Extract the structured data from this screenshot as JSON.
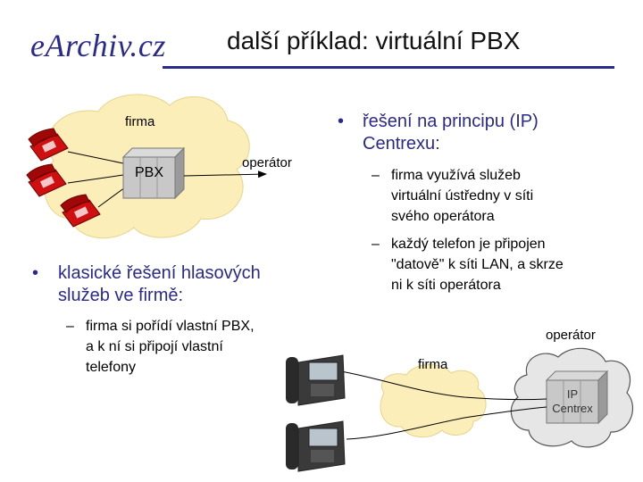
{
  "logo": "eArchiv.cz",
  "title": "další příklad: virtuální PBX",
  "left": {
    "bullet": "klasické řešení hlasových služeb ve firmě:",
    "bullet_lines": [
      "klasické řešení hlasových",
      "služeb ve firmě:"
    ],
    "sub": "firma si pořídí vlastní PBX, a k ní si připojí vlastní telefony",
    "sub_lines": [
      "firma si pořídí vlastní PBX,",
      "a k ní si připojí vlastní",
      "telefony"
    ]
  },
  "right": {
    "bullet": "řešení na principu (IP) Centrexu:",
    "bullet_lines": [
      "řešení na principu (IP)",
      "Centrexu:"
    ],
    "subs": [
      {
        "text": "firma využívá služeb virtuální ústředny v síti svého operátora",
        "lines": [
          "firma využívá služeb",
          "virtuální ústředny v síti",
          "svého operátora"
        ]
      },
      {
        "text": "každý telefon je připojen \"datově\" k síti LAN, a skrze ni k síti operátora",
        "lines": [
          "každý telefon je připojen",
          "\"datově\" k síti LAN, a skrze",
          "ni k síti operátora"
        ]
      }
    ]
  },
  "diagram_top": {
    "cloud_label": "firma",
    "box_label": "PBX",
    "operator_label": "operátor"
  },
  "diagram_bottom": {
    "firma_label": "firma",
    "operator_label": "operátor",
    "centrex_label": [
      "IP",
      "Centrex"
    ]
  },
  "bullet_glyph": "•",
  "dash_glyph": "–",
  "colors": {
    "text_blue": "#2a2a8c",
    "cloud": "#fbeeb8",
    "cloud_gray": "#e6e6e6",
    "box": "#c8c8c8",
    "phone_red": "#d01010"
  }
}
